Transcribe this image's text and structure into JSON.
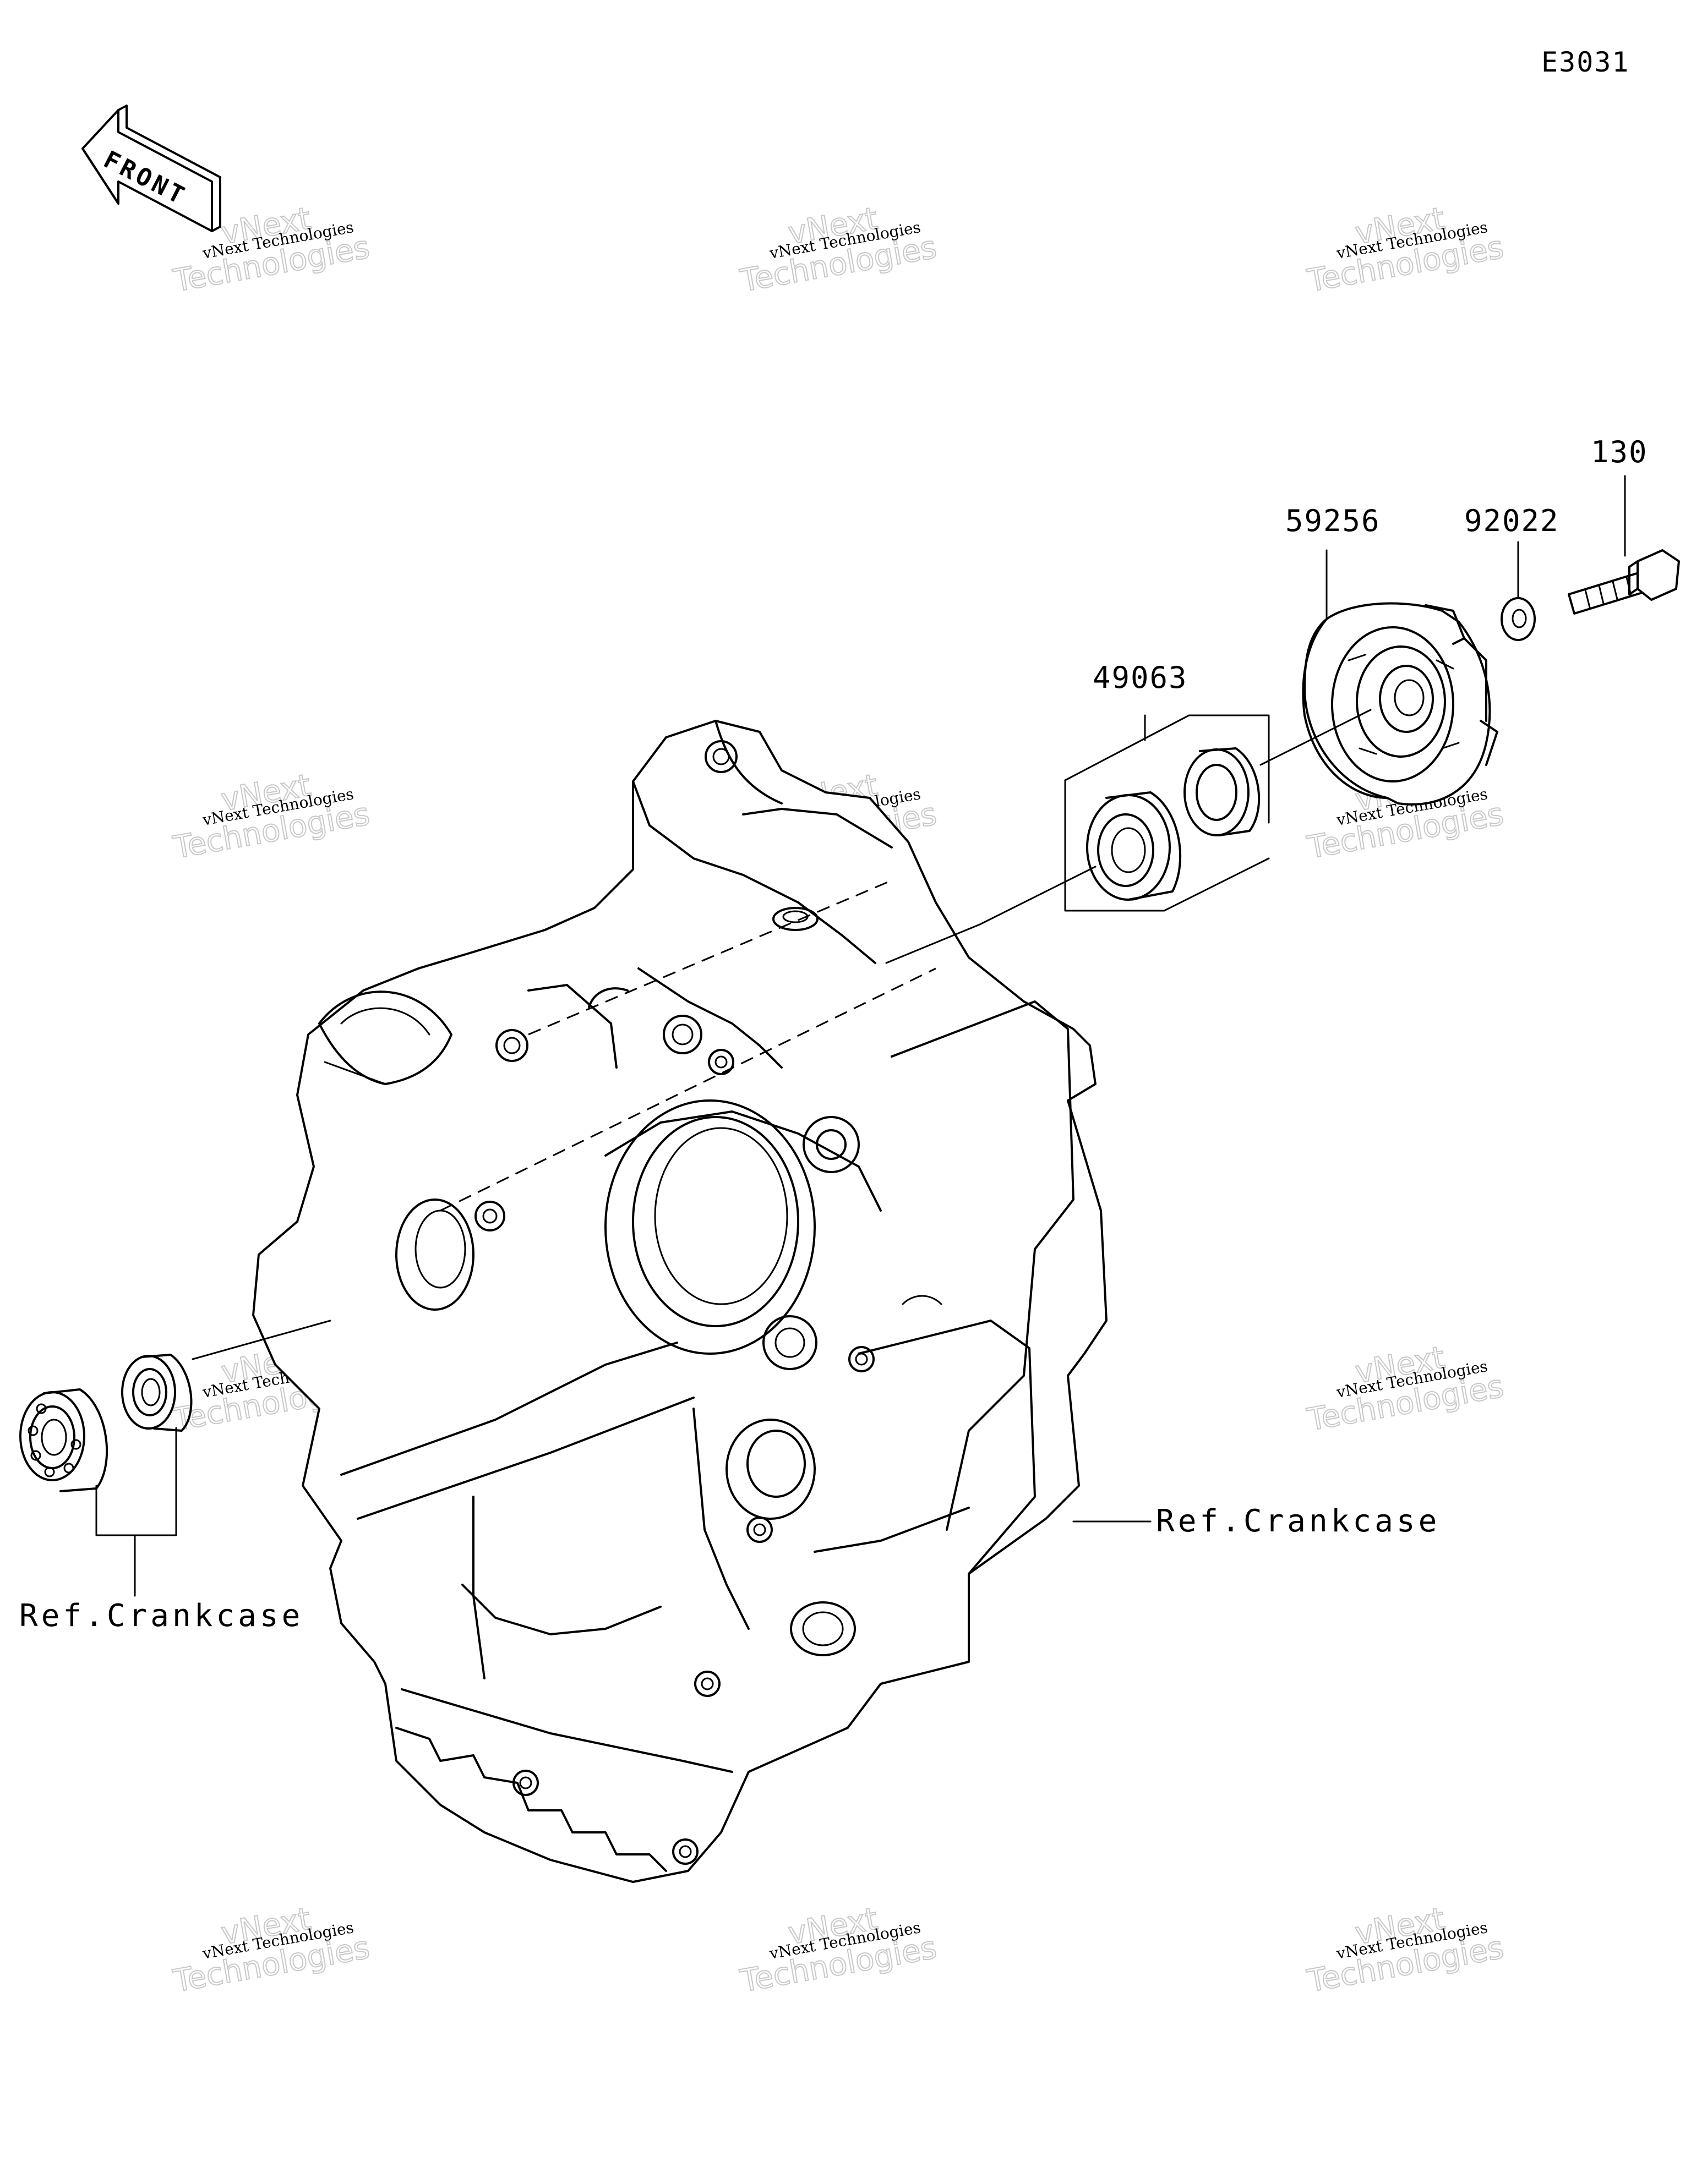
{
  "diagram_code": "E3031",
  "front_indicator": {
    "label": "FRONT",
    "icon": "front-arrow-icon"
  },
  "parts": [
    {
      "number": "130",
      "name": "bolt"
    },
    {
      "number": "92022",
      "name": "washer"
    },
    {
      "number": "59256",
      "name": "impeller"
    },
    {
      "number": "49063",
      "name": "mechanical seal"
    }
  ],
  "references": [
    {
      "label": "Ref.Crankcase"
    },
    {
      "label": "Ref.Crankcase"
    }
  ],
  "watermark": {
    "line1": "vNext Technologies",
    "line2": "vNext",
    "line3": "Technologies"
  }
}
